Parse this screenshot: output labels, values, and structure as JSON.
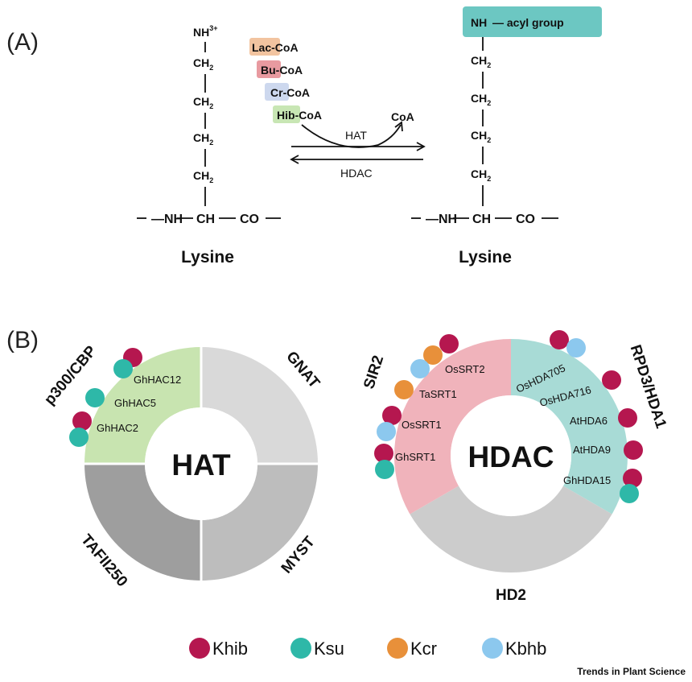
{
  "panels": {
    "a": "(A)",
    "b": "(B)"
  },
  "reaction": {
    "left": {
      "nh3": "NH",
      "nh3_sup": "3+",
      "ch": "CH",
      "sub2": "2",
      "nh": "—NH",
      "ch_backbone": "CH",
      "co": "CO",
      "title": "Lysine"
    },
    "right": {
      "acyl_nh": "NH",
      "acyl_label": "— acyl group",
      "ch": "CH",
      "sub2": "2",
      "nh": "—NH",
      "ch_backbone": "CH",
      "co": "CO",
      "title": "Lysine"
    },
    "coa_suffix": "-CoA",
    "donors": [
      {
        "prefix": "Lac",
        "color": "#f2c4a0"
      },
      {
        "prefix": "Bu",
        "color": "#e89aa0"
      },
      {
        "prefix": "Cr",
        "color": "#cdd8ee"
      },
      {
        "prefix": "Hib",
        "color": "#c8e6b4"
      }
    ],
    "coa_product": "CoA",
    "hat_label": "HAT",
    "hdac_label": "HDAC",
    "acyl_box_color": "#6cc7c2"
  },
  "hat_ring": {
    "center_label": "HAT",
    "families": [
      {
        "name": "p300/CBP",
        "color": "#c8e4b0"
      },
      {
        "name": "GNAT",
        "color": "#d9d9d9"
      },
      {
        "name": "MYST",
        "color": "#bdbdbd"
      },
      {
        "name": "TAFII250",
        "color": "#9e9e9e"
      }
    ],
    "enzymes": [
      {
        "name": "GhHAC12",
        "marks": [
          "Khib",
          "Ksu"
        ]
      },
      {
        "name": "GhHAC5",
        "marks": [
          "Ksu"
        ]
      },
      {
        "name": "GhHAC2",
        "marks": [
          "Khib",
          "Ksu"
        ]
      }
    ]
  },
  "hdac_ring": {
    "center_label": "HDAC",
    "families": [
      {
        "name": "SIR2",
        "color": "#f0b3bb"
      },
      {
        "name": "RPD3/HDA1",
        "color": "#a8dbd6"
      },
      {
        "name": "HD2",
        "color": "#cccccc"
      }
    ],
    "enzymes": [
      {
        "name": "OsSRT2",
        "marks": [
          "Khib",
          "Kcr",
          "Kbhb"
        ]
      },
      {
        "name": "TaSRT1",
        "marks": [
          "Kcr"
        ]
      },
      {
        "name": "OsSRT1",
        "marks": [
          "Khib",
          "Kbhb"
        ]
      },
      {
        "name": "GhSRT1",
        "marks": [
          "Khib",
          "Ksu"
        ]
      },
      {
        "name": "OsHDA705",
        "marks": [
          "Khib",
          "Kbhb"
        ]
      },
      {
        "name": "OsHDA716",
        "marks": [
          "Khib"
        ]
      },
      {
        "name": "AtHDA6",
        "marks": [
          "Khib"
        ]
      },
      {
        "name": "AtHDA9",
        "marks": [
          "Khib"
        ]
      },
      {
        "name": "GhHDA15",
        "marks": [
          "Khib",
          "Ksu"
        ]
      }
    ]
  },
  "legend": [
    {
      "label": "Khib",
      "color": "#b5174f"
    },
    {
      "label": "Ksu",
      "color": "#2eb8a8"
    },
    {
      "label": "Kcr",
      "color": "#e8903a"
    },
    {
      "label": "Kbhb",
      "color": "#8cc8ee"
    }
  ],
  "footer": "Trends in Plant Science"
}
